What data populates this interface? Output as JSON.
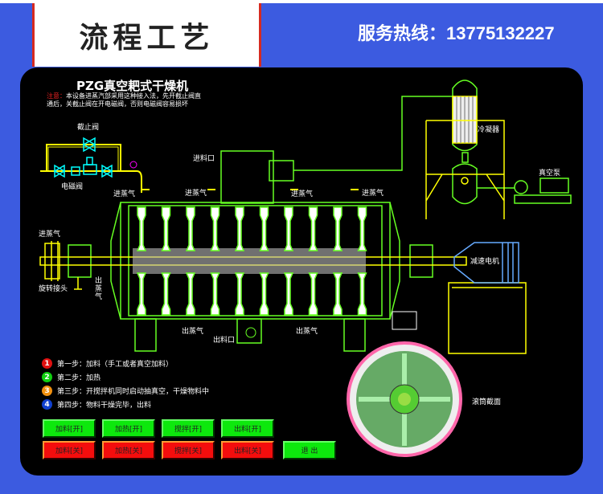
{
  "header": {
    "title": "流程工艺",
    "hotline": "服务热线：13775132227"
  },
  "diagram": {
    "title": "PZG真空耙式干燥机",
    "note_label": "注意：",
    "note_line1": "本设备进蒸汽部采用这种接入法，先开截止阀直",
    "note_line2": "通后，关截止阀在开电磁阀，否则电磁阀容易损坏",
    "labels": {
      "stop_valve": "截止阀",
      "solenoid_valve": "电磁阀",
      "steam_in": "进蒸气",
      "feed_inlet": "进料口",
      "steam_out": "出蒸气",
      "discharge": "出料口",
      "rotary_joint": "旋转接头",
      "condenser": "冷凝器",
      "vacuum_pump": "真空泵",
      "gear_motor": "减速电机",
      "drum_section": "滚筒截面"
    }
  },
  "steps": [
    {
      "num": "1",
      "text": "第一步：加料（手工或者真空加料）",
      "color": "#e01010"
    },
    {
      "num": "2",
      "text": "第二步：加热",
      "color": "#10d010"
    },
    {
      "num": "3",
      "text": "第三步：开搅拌机同时启动抽真空，干燥物料中",
      "color": "#f09010"
    },
    {
      "num": "4",
      "text": "第四步：物料干燥完毕，出料",
      "color": "#1040d0"
    }
  ],
  "buttons": {
    "on": [
      "加料[开]",
      "加热[开]",
      "搅拌[开]",
      "出料[开]"
    ],
    "off": [
      "加料[关]",
      "加热[关]",
      "搅拌[关]",
      "出料[关]"
    ],
    "exit": "退 出"
  }
}
